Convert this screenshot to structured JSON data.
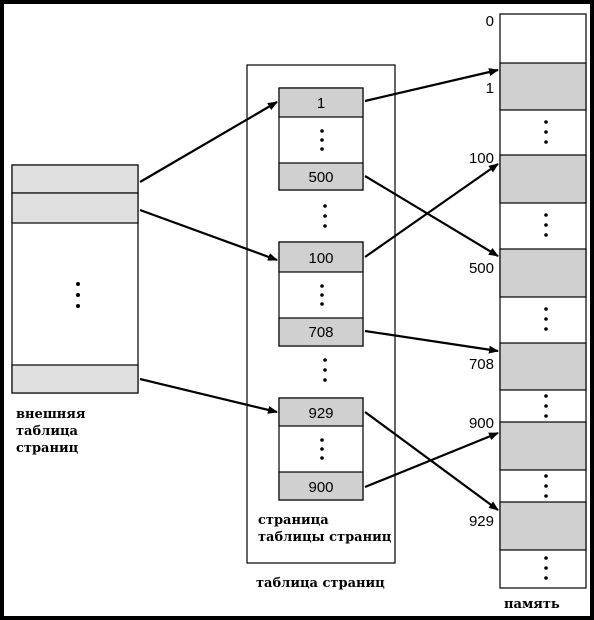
{
  "outer_table": {
    "label_line1": "внешняя",
    "label_line2": "таблица",
    "label_line3": "страниц"
  },
  "page_table": {
    "entries": [
      "1",
      "500",
      "100",
      "708",
      "929",
      "900"
    ],
    "page_label_line1": "страница",
    "page_label_line2": "таблицы страниц",
    "caption": "таблица страниц"
  },
  "memory": {
    "caption": "память",
    "addresses": [
      "0",
      "1",
      "100",
      "500",
      "708",
      "900",
      "929"
    ]
  },
  "colors": {
    "shaded": "#d0d0d0",
    "stroke": "#000000"
  }
}
